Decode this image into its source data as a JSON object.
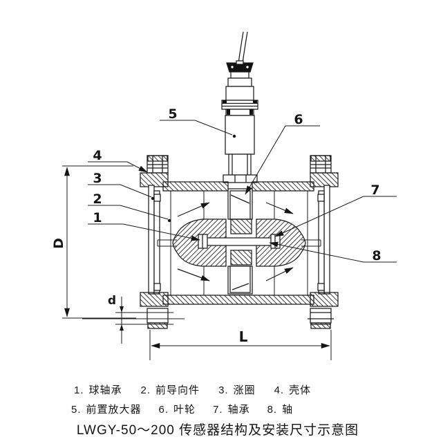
{
  "drawing": {
    "callouts": {
      "c1": "1",
      "c2": "2",
      "c3": "3",
      "c4": "4",
      "c5": "5",
      "c6": "6",
      "c7": "7",
      "c8": "8"
    },
    "dimensions": {
      "flange_diameter": "D",
      "bolt_hole": "d",
      "overall_length": "L"
    }
  },
  "legend": {
    "rows": [
      [
        {
          "no": "1.",
          "name": "球轴承"
        },
        {
          "no": "2.",
          "name": "前导向件"
        },
        {
          "no": "3.",
          "name": "涨圈"
        },
        {
          "no": "4.",
          "name": "壳体"
        }
      ],
      [
        {
          "no": "5.",
          "name": "前置放大器"
        },
        {
          "no": "6.",
          "name": "叶轮"
        },
        {
          "no": "7.",
          "name": "轴承"
        },
        {
          "no": "8.",
          "name": "轴"
        }
      ]
    ]
  },
  "title": "LWGY-50～200 传感器结构及安装尺寸示意图"
}
